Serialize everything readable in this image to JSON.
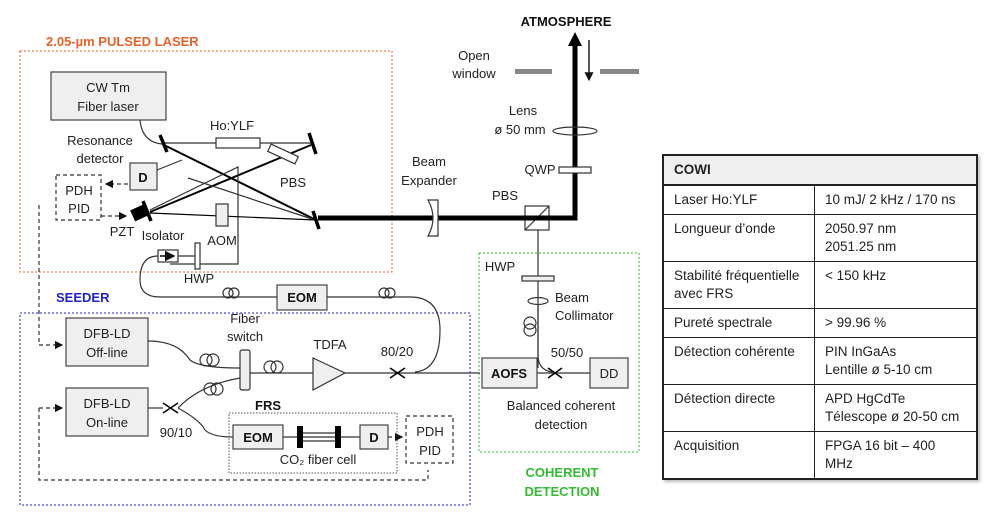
{
  "sections": {
    "pulsed_laser": {
      "title": "2.05-µm PULSED LASER",
      "color": "#e8622a"
    },
    "seeder": {
      "title": "SEEDER",
      "color": "#2222cc"
    },
    "coherent_detection": {
      "title_line1": "COHERENT",
      "title_line2": "DETECTION",
      "color": "#33bb33"
    }
  },
  "labels": {
    "atmosphere": "ATMOSPHERE",
    "open_window_1": "Open",
    "open_window_2": "window",
    "lens_1": "Lens",
    "lens_2": "ø 50 mm",
    "qwp": "QWP",
    "beam_expander_1": "Beam",
    "beam_expander_2": "Expander",
    "pbs_main": "PBS",
    "cw_tm_1": "CW Tm",
    "cw_tm_2": "Fiber laser",
    "hoylf": "Ho:YLF",
    "resonance_1": "Resonance",
    "resonance_2": "detector",
    "detector_d": "D",
    "pbs_cavity": "PBS",
    "pdh_1": "PDH",
    "pdh_2": "PID",
    "pzt": "PZT",
    "isolator": "Isolator",
    "aom": "AOM",
    "hwp": "HWP",
    "eom": "EOM",
    "dfb_off_1": "DFB-LD",
    "dfb_off_2": "Off-line",
    "fiber_switch_1": "Fiber",
    "fiber_switch_2": "switch",
    "tdfa": "TDFA",
    "split_80_20": "80/20",
    "dfb_on_1": "DFB-LD",
    "dfb_on_2": "On-line",
    "split_90_10": "90/10",
    "frs": "FRS",
    "frs_eom": "EOM",
    "frs_d": "D",
    "co2_cell": "CO₂ fiber cell",
    "pdh2_1": "PDH",
    "pdh2_2": "PID",
    "hwp_det": "HWP",
    "collimator_1": "Beam",
    "collimator_2": "Collimator",
    "split_50_50": "50/50",
    "aofs": "AOFS",
    "dd": "DD",
    "balanced_1": "Balanced coherent",
    "balanced_2": "detection"
  },
  "table": {
    "title": "COWI",
    "rows": [
      {
        "param": "Laser Ho:YLF",
        "value": "10 mJ/ 2 kHz / 170 ns"
      },
      {
        "param": "Longueur d’onde",
        "value": "2050.97 nm\n2051.25 nm"
      },
      {
        "param": "Stabilité fréquentielle avec FRS",
        "value": "< 150 kHz"
      },
      {
        "param": "Pureté spectrale",
        "value": "> 99.96 %"
      },
      {
        "param": "Détection cohérente",
        "value": "PIN InGaAs\nLentille ø 5-10 cm"
      },
      {
        "param": "Détection directe",
        "value": "APD HgCdTe\nTélescope ø 20-50 cm"
      },
      {
        "param": "Acquisition",
        "value": "FPGA 16 bit – 400 MHz"
      }
    ]
  }
}
